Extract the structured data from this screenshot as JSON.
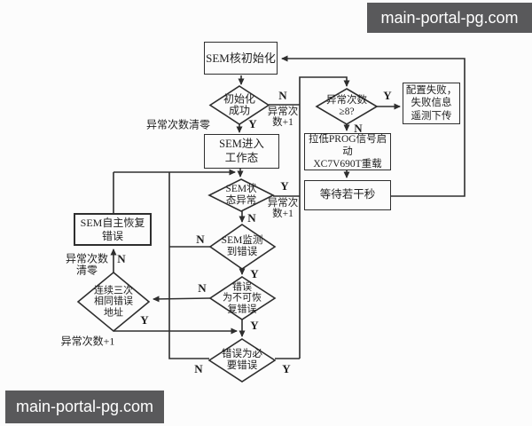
{
  "watermarks": {
    "top": "main-portal-pg.com",
    "bottom": "main-portal-pg.com"
  },
  "colors": {
    "line": "#2e2e2e",
    "background": "#fcfcfc",
    "watermark_bg": "#59595b",
    "watermark_text": "#ffffff"
  },
  "nodes": {
    "sem_core_init": "SEM核初始化",
    "init_success": "初始化\n成功",
    "sem_enter_work": "SEM进入\n工作态",
    "anomaly_ge_8": "异常次数\n≥8?",
    "config_fail": "配置失败，\n失败信息\n遥测下传",
    "pull_prog": "拉低PROG信号启动\nXC7V690T重载",
    "wait_seconds": "等待若干秒",
    "sem_status_abnormal": "SEM状\n态异常",
    "sem_self_recover": "SEM自主恢复\n错误",
    "sem_detect_error": "SEM监测\n到错误",
    "unrecoverable_error": "错误\n为不可恢\n复错误",
    "three_same_error_addr": "连续三次\n相同错误\n地址",
    "necessary_error": "错误为必\n要错误"
  },
  "branch_labels": {
    "init_n": "N",
    "init_y": "Y",
    "ge8_y": "Y",
    "ge8_n": "N",
    "status_y": "Y",
    "status_n": "N",
    "detect_n": "N",
    "detect_y": "Y",
    "unrec_n": "N",
    "unrec_y": "Y",
    "three_n": "N",
    "three_y": "Y",
    "necessary_n": "N",
    "necessary_y": "Y"
  },
  "side_labels": {
    "clear_count_top": "异常次数清零",
    "inc_count_init": "异常次\n数+1",
    "inc_count_status": "异常次\n数+1",
    "clear_count_left": "异常次数\n清零",
    "inc_count_left": "异常次数+1"
  }
}
